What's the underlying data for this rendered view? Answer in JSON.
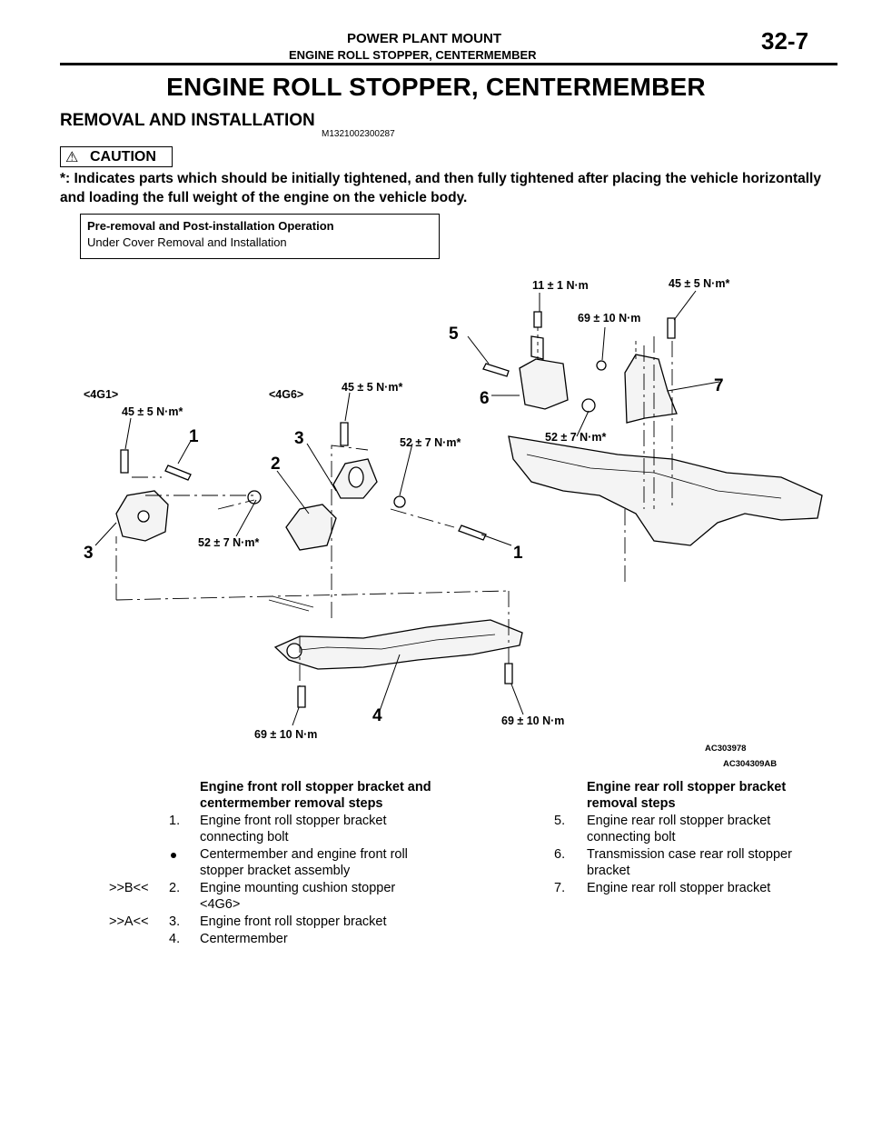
{
  "header": {
    "section": "POWER PLANT MOUNT",
    "subsection": "ENGINE ROLL STOPPER, CENTERMEMBER",
    "page": "32-7"
  },
  "title": "ENGINE ROLL STOPPER, CENTERMEMBER",
  "section": {
    "title": "REMOVAL AND INSTALLATION",
    "code": "M1321002300287"
  },
  "caution": {
    "label": "CAUTION",
    "icon": "warning-triangle-icon",
    "text": "*: Indicates parts which should be initially tightened, and then fully tightened after placing the vehicle horizontally and loading the full weight of the engine on the vehicle body."
  },
  "operation_box": {
    "title": "Pre-removal and Post-installation Operation",
    "item": "Under Cover Removal and Installation"
  },
  "diagram": {
    "labels": {
      "g1": "<4G1>",
      "g6": "<4G6>",
      "t45a": "45 ± 5 N·m*",
      "t45b": "45 ± 5 N·m*",
      "t45c": "45 ± 5 N·m*",
      "t52a": "52 ± 7 N·m*",
      "t52b": "52 ± 7 N·m*",
      "t52c": "52 ± 7 N·m*",
      "t11": "11 ± 1 N·m",
      "t69a": "69 ± 10 N·m",
      "t69b": "69 ± 10 N·m",
      "t69c": "69 ± 10 N·m",
      "code1": "AC303978",
      "code2": "AC304309AB"
    },
    "callouts": {
      "c1a": "1",
      "c1b": "1",
      "c2": "2",
      "c3a": "3",
      "c3b": "3",
      "c4": "4",
      "c5": "5",
      "c6": "6",
      "c7": "7"
    }
  },
  "steps_left": {
    "heading": "Engine front roll stopper bracket and centermember removal steps",
    "items": [
      {
        "mark": "",
        "num": "1.",
        "text": "Engine front roll stopper bracket connecting bolt"
      },
      {
        "mark": "",
        "num": "",
        "text": "Centermember and engine front roll stopper bracket assembly"
      },
      {
        "mark": ">>B<<",
        "num": "2.",
        "text": "Engine mounting cushion stopper <4G6>"
      },
      {
        "mark": ">>A<<",
        "num": "3.",
        "text": "Engine front roll stopper bracket"
      },
      {
        "mark": "",
        "num": "4.",
        "text": "Centermember"
      }
    ]
  },
  "steps_right": {
    "heading": "Engine rear roll stopper bracket removal steps",
    "items": [
      {
        "num": "5.",
        "text": "Engine rear roll stopper bracket connecting bolt"
      },
      {
        "num": "6.",
        "text": "Transmission case rear roll stopper bracket"
      },
      {
        "num": "7.",
        "text": "Engine rear roll stopper bracket"
      }
    ]
  }
}
